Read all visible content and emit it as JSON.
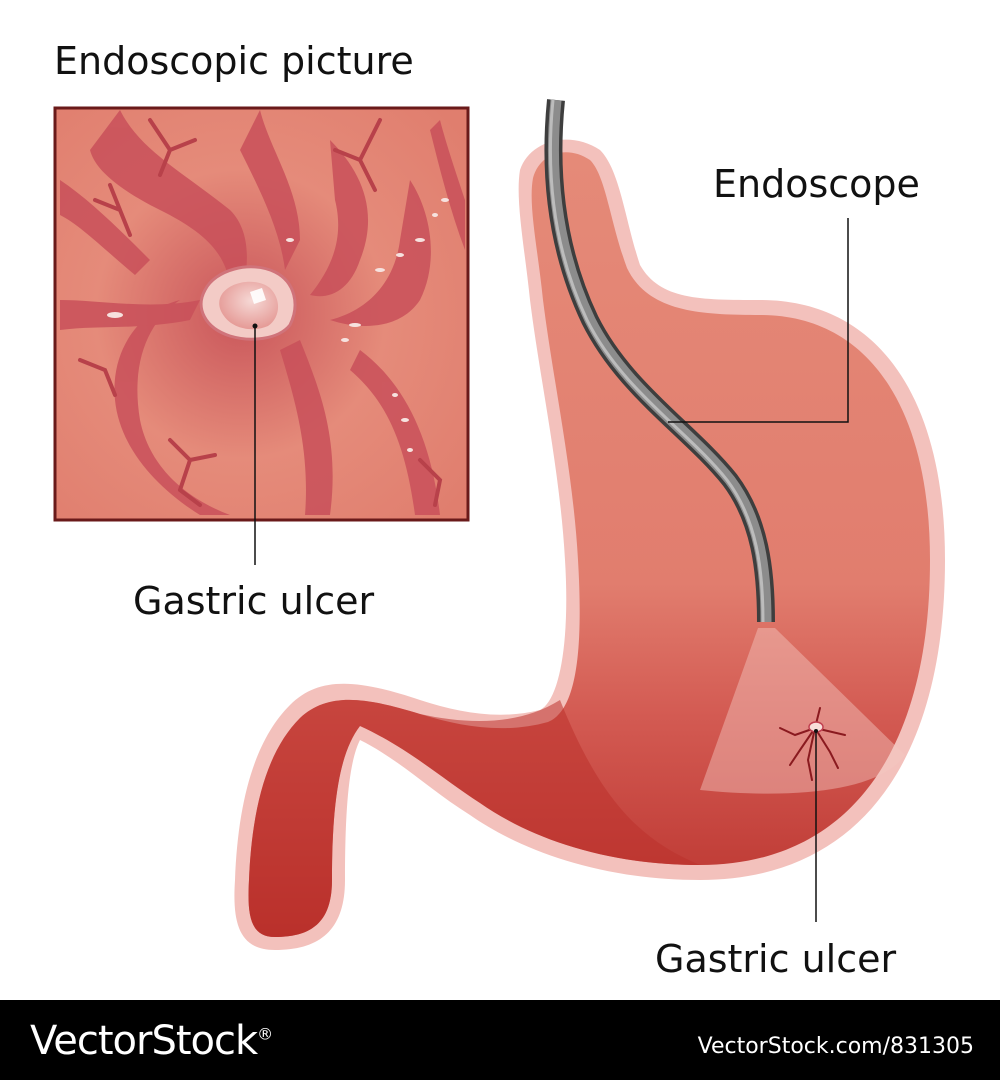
{
  "labels": {
    "endoscopic_picture": "Endoscopic picture",
    "endoscope": "Endoscope",
    "gastric_ulcer_inset": "Gastric ulcer",
    "gastric_ulcer_stomach": "Gastric ulcer"
  },
  "footer": {
    "brand": "VectorStock",
    "registered": "®",
    "image_id": "VectorStock.com/831305"
  },
  "colors": {
    "stomach_fill": "#e58a78",
    "stomach_dark": "#c03a30",
    "stomach_outline": "#f3c1bc",
    "endoscope_tube": "#707070",
    "inset_border": "#6a1a1a"
  }
}
